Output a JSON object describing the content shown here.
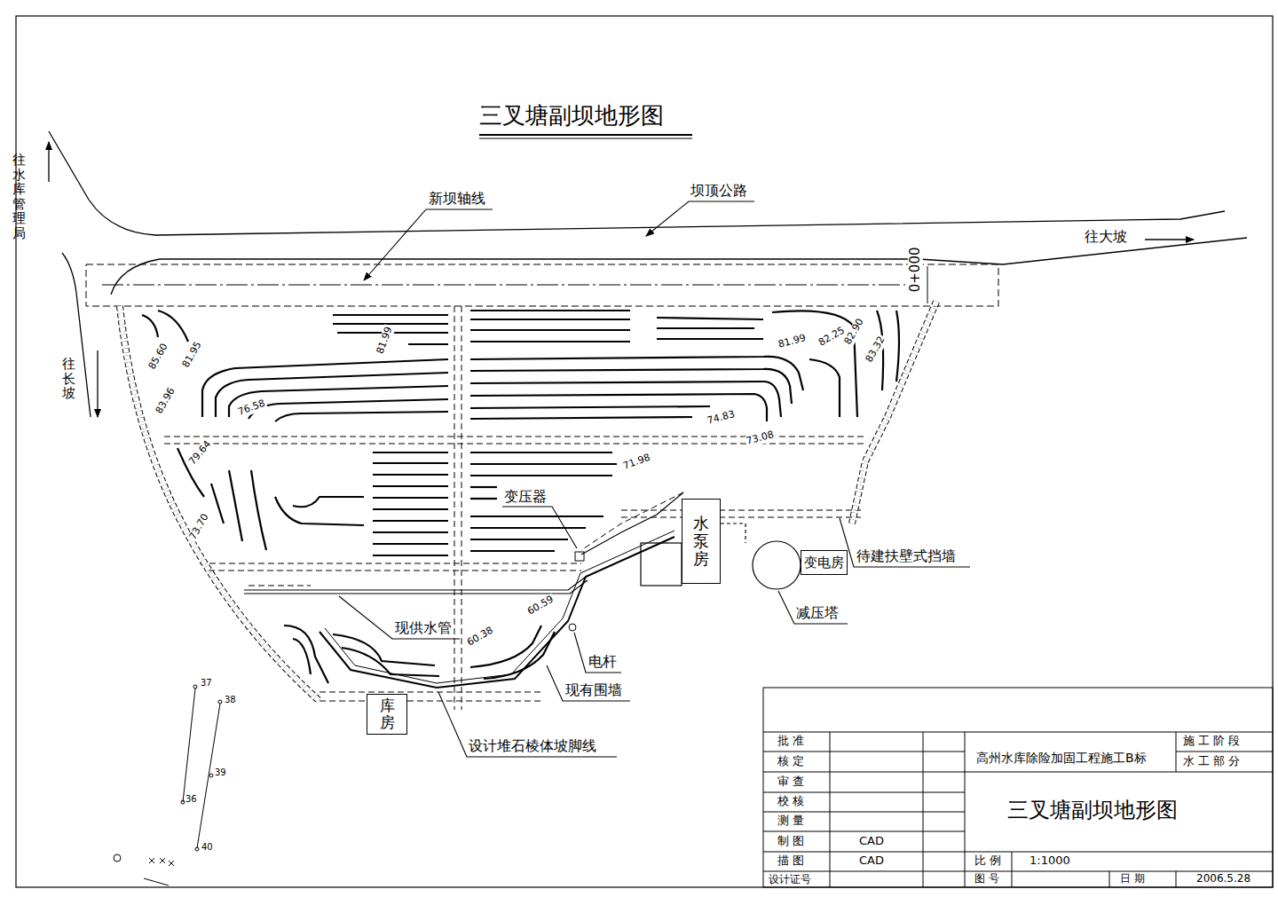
{
  "diagram": {
    "title": "三叉塘副坝地形图",
    "nodes": [
      {
        "text": [
          "水泵房"
        ]
      },
      {
        "text": [
          "变电房"
        ]
      },
      {
        "text": [
          "库房"
        ]
      }
    ],
    "labels": [
      "新坝轴线",
      "坝顶公路",
      "往水库管理局",
      "往大坡",
      "往长坡",
      "0+000",
      "85.60",
      "81.95",
      "83.96",
      "76.58",
      "81.99",
      "81.99",
      "82.25",
      "82.90",
      "83.32",
      "74.83",
      "73.08",
      "79.64",
      "71.98",
      "73.70",
      "60.38",
      "60.59",
      "变压器",
      "待建扶壁式挡墙",
      "减压塔",
      "现供水管",
      "电杆",
      "现有围墙",
      "设计堆石棱体坡脚线",
      "37",
      "38",
      "39",
      "36",
      "40",
      "批 准",
      "核 定",
      "审 查",
      "校 核",
      "测 量",
      "制 图",
      "描 图",
      "设计证号",
      "CAD",
      "CAD",
      "高州水库除险加固工程施工B标",
      "施 工 阶 段",
      "水 工 部 分",
      "三叉塘副坝地形图",
      "比 例",
      "1:1000",
      "图 号",
      "日 期",
      "2006.5.28"
    ]
  }
}
